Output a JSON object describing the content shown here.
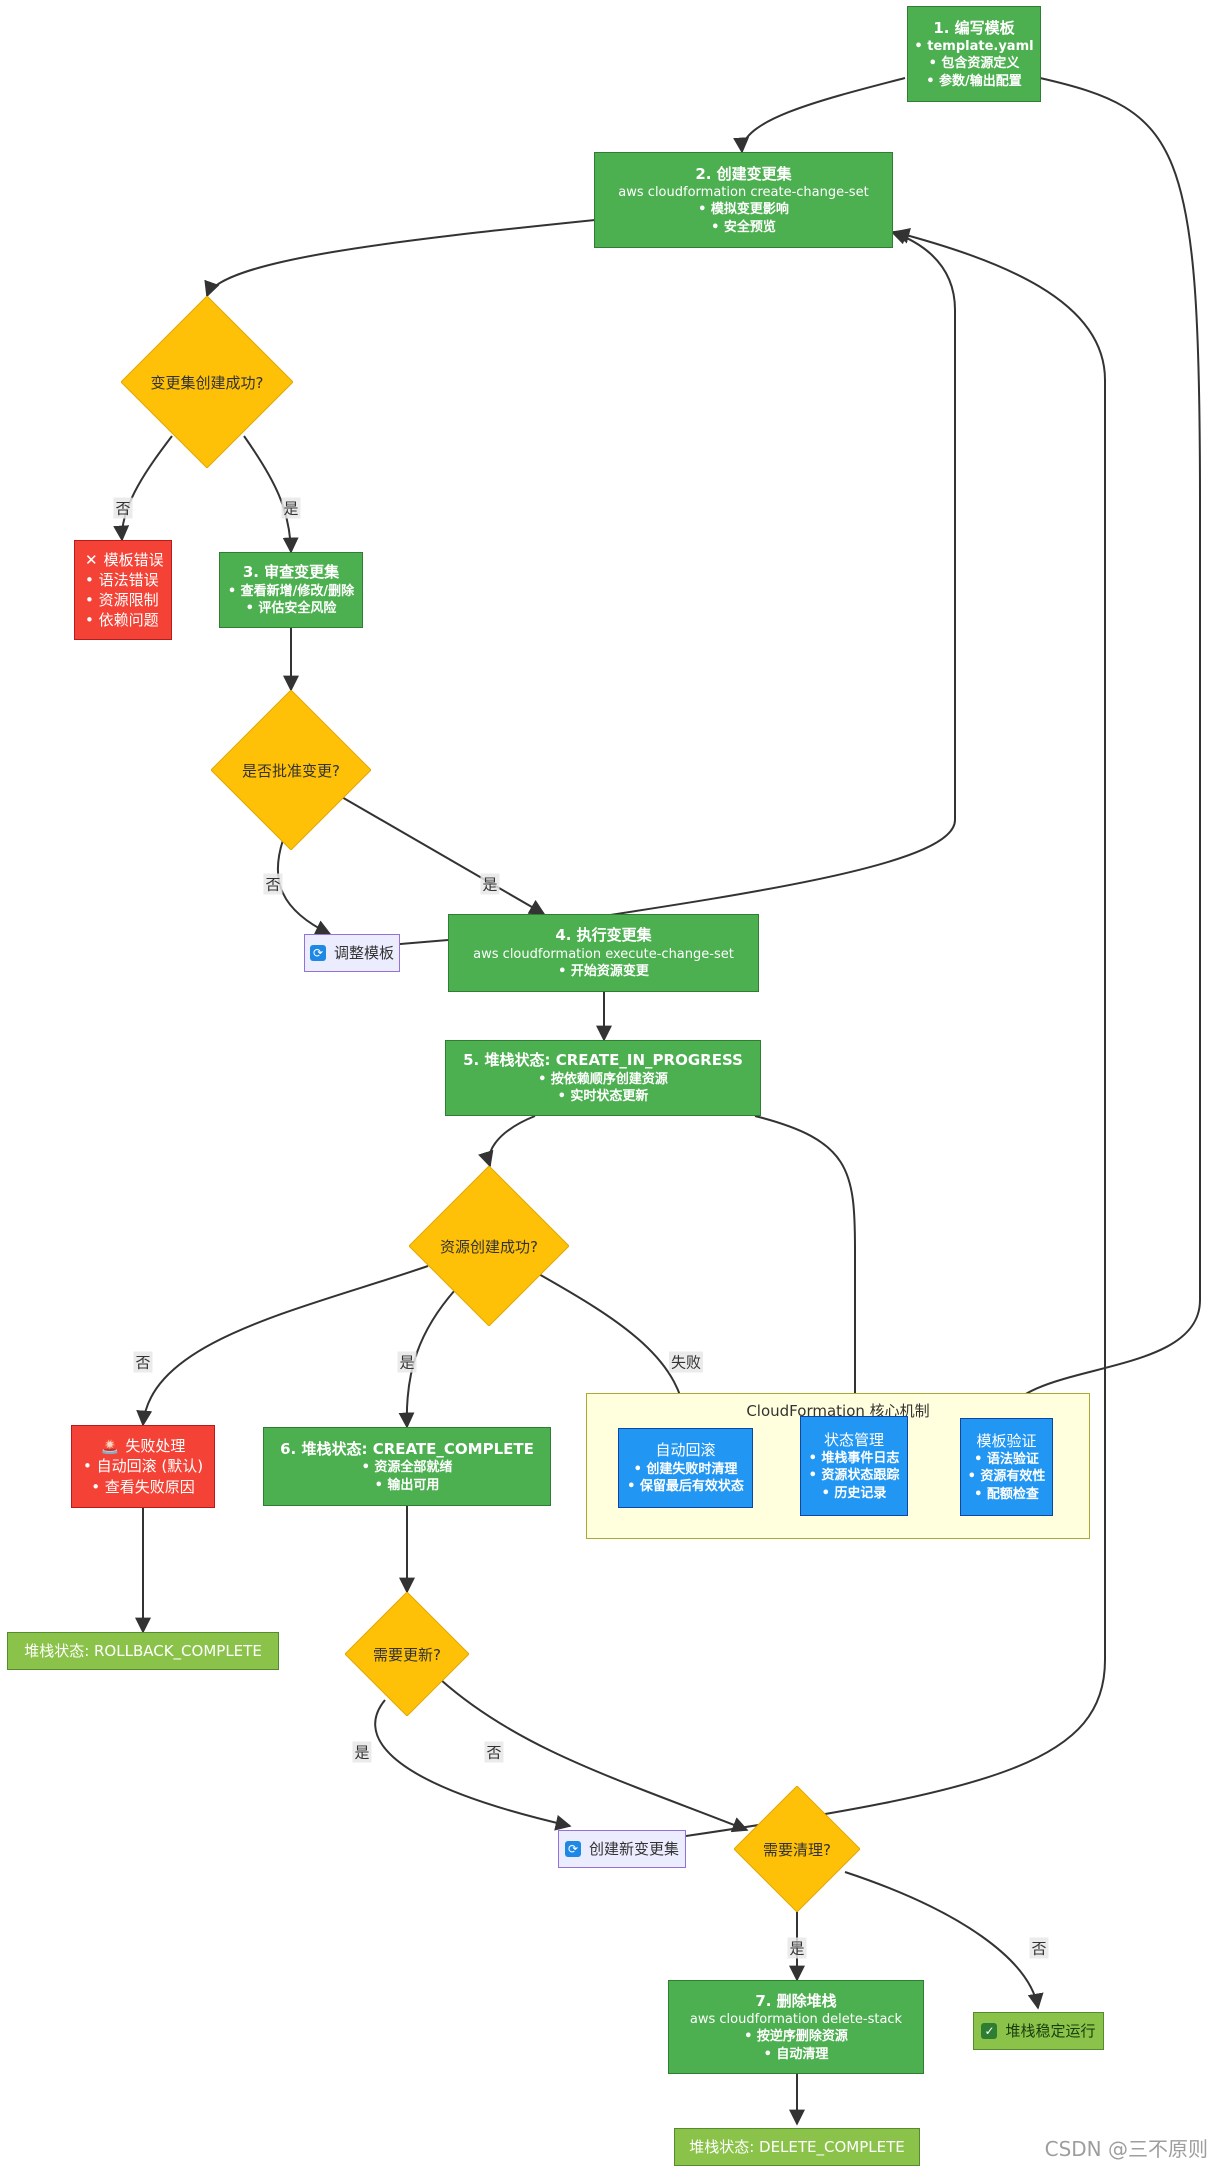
{
  "nodes": {
    "n1": {
      "title": "1. 编写模板",
      "lines": [
        "• template.yaml",
        "• 包含资源定义",
        "• 参数/输出配置"
      ]
    },
    "n2": {
      "title": "2. 创建变更集",
      "sub": "aws cloudformation create-change-set",
      "lines": [
        "• 模拟变更影响",
        "• 安全预览"
      ]
    },
    "d1": {
      "text": "变更集创建成功?"
    },
    "err": {
      "title": "模板错误",
      "lines": [
        "• 语法错误",
        "• 资源限制",
        "• 依赖问题"
      ]
    },
    "n3": {
      "title": "3. 审查变更集",
      "lines": [
        "• 查看新增/修改/删除",
        "• 评估安全风险"
      ]
    },
    "d2": {
      "text": "是否批准变更?"
    },
    "adjust": {
      "text": "调整模板"
    },
    "n4": {
      "title": "4. 执行变更集",
      "sub": "aws cloudformation execute-change-set",
      "lines": [
        "• 开始资源变更"
      ]
    },
    "n5": {
      "title": "5. 堆栈状态: CREATE_IN_PROGRESS",
      "lines": [
        "• 按依赖顺序创建资源",
        "• 实时状态更新"
      ]
    },
    "d3": {
      "text": "资源创建成功?"
    },
    "fail": {
      "title": "失败处理",
      "lines": [
        "• 自动回滚 (默认)",
        "• 查看失败原因"
      ]
    },
    "n6": {
      "title": "6. 堆栈状态: CREATE_COMPLETE",
      "lines": [
        "• 资源全部就绪",
        "• 输出可用"
      ]
    },
    "rollback": {
      "text": "堆栈状态: ROLLBACK_COMPLETE"
    },
    "d4": {
      "text": "需要更新?"
    },
    "newcs": {
      "text": "创建新变更集"
    },
    "d5": {
      "text": "需要清理?"
    },
    "n7": {
      "title": "7. 删除堆栈",
      "sub": "aws cloudformation delete-stack",
      "lines": [
        "• 按逆序删除资源",
        "• 自动清理"
      ]
    },
    "stable": {
      "text": "堆栈稳定运行"
    },
    "delcomplete": {
      "text": "堆栈状态: DELETE_COMPLETE"
    }
  },
  "cluster": {
    "title": "CloudFormation 核心机制",
    "autoroll": {
      "title": "自动回滚",
      "lines": [
        "• 创建失败时清理",
        "• 保留最后有效状态"
      ]
    },
    "state": {
      "title": "状态管理",
      "lines": [
        "• 堆栈事件日志",
        "• 资源状态跟踪",
        "• 历史记录"
      ]
    },
    "validate": {
      "title": "模板验证",
      "lines": [
        "• 语法验证",
        "• 资源有效性",
        "• 配额检查"
      ]
    }
  },
  "edge_labels": {
    "no": "否",
    "yes": "是",
    "failed": "失败"
  },
  "watermark": "CSDN @三不原则",
  "colors": {
    "green": "#4caf50",
    "red": "#f44336",
    "blue": "#2196f3",
    "lime": "#8bc34a",
    "diamond": "#ffc107",
    "lavender": "#ececff",
    "cluster_bg": "#ffffde"
  }
}
